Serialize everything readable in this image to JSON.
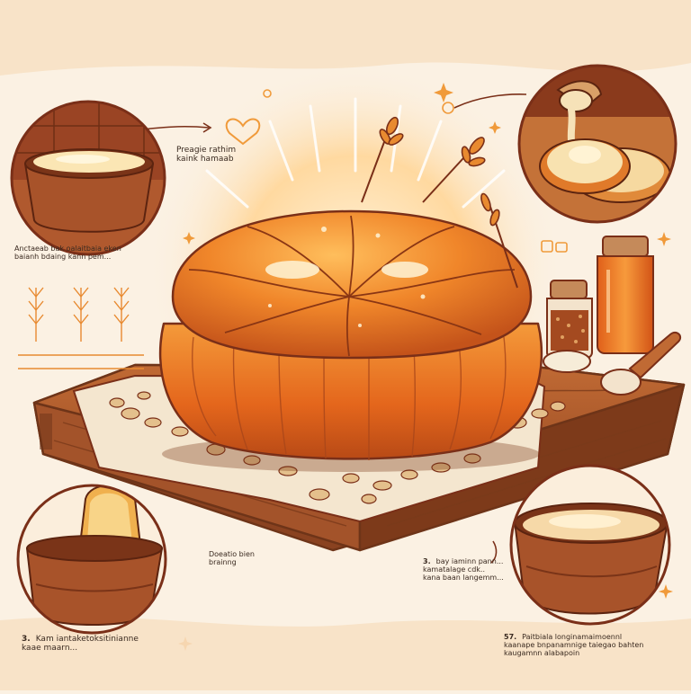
{
  "illustration": {
    "subject": "dome-bread-on-wooden-board",
    "palette": {
      "background": "#fbf1e3",
      "bread_top": "#f08a2a",
      "bread_base": "#e86a1c",
      "board": "#a5552a",
      "board_dark": "#6e3418",
      "outline": "#7a2f18",
      "glow": "#ffd9a0",
      "accent": "#f09a3a"
    },
    "labels": {
      "top_center": {
        "text": "Preagie rathim\nkaink hamaab"
      },
      "left_mid": {
        "text": "Anctaeab bak oalaitbaia eken\nbaianh bdaing kann pem..."
      },
      "mid_bottom": {
        "text": "Doeatio bien\nbrainng"
      },
      "right_mid": {
        "number": "3.",
        "text": "bay iaminn pann...\nkamatalage cdk..\nkana baan langemm..."
      },
      "bottom_left": {
        "number": "3.",
        "text": "Kam iantaketoksitinianne\nkaae maarn..."
      },
      "bottom_right": {
        "number": "57.",
        "text": "Paitbiala longinamaimoennl\nkaanape bnpanamnige taiegao bahten\nkaugamnn alabapoin"
      }
    },
    "vignettes": [
      "custard-pot",
      "sliced-bread-with-sauce",
      "bread-in-bowl",
      "bowl-of-flour"
    ],
    "icons": [
      "wheat-stalk-icon",
      "heart-icon",
      "sparkle-icon",
      "spice-jar-icon",
      "honey-jar-icon",
      "wooden-spoon-icon"
    ]
  }
}
